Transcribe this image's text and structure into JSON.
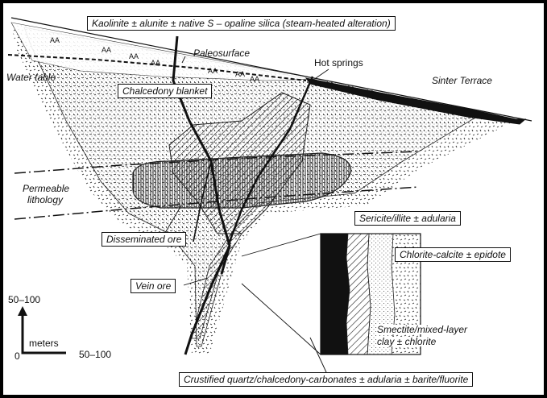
{
  "labels": {
    "alteration": "Kaolinite ± alunite ± native S – opaline silica (steam-heated alteration)",
    "paleosurface": "Paleosurface",
    "water_table": "Water table",
    "hot_springs": "Hot springs",
    "sinter_terrace": "Sinter Terrace",
    "chalcedony_blanket": "Chalcedony blanket",
    "permeable_lithology_1": "Permeable",
    "permeable_lithology_2": "lithology",
    "disseminated_ore": "Disseminated ore",
    "sericite": "Sericite/illite ± adularia",
    "chlorite": "Chlorite-calcite ± epidote",
    "vein_ore": "Vein ore",
    "smectite_1": "Smectite/mixed-layer",
    "smectite_2": "clay ± chlorite",
    "crustified": "Crustified quartz/chalcedony-carbonates ± adularia ± barite/fluorite",
    "aa_mark": "AA"
  },
  "scale": {
    "vertical": "50–100",
    "unit": "meters",
    "zero": "0",
    "horizontal": "50–100"
  }
}
